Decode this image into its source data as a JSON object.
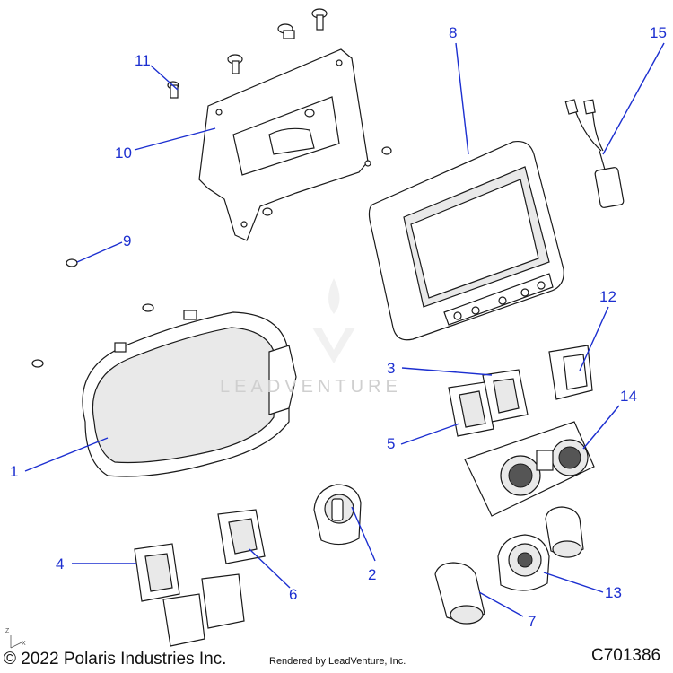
{
  "callouts": [
    {
      "id": "1",
      "label": "1"
    },
    {
      "id": "2",
      "label": "2"
    },
    {
      "id": "3",
      "label": "3"
    },
    {
      "id": "4",
      "label": "4"
    },
    {
      "id": "5",
      "label": "5"
    },
    {
      "id": "6",
      "label": "6"
    },
    {
      "id": "7",
      "label": "7"
    },
    {
      "id": "8",
      "label": "8"
    },
    {
      "id": "9",
      "label": "9"
    },
    {
      "id": "10",
      "label": "10"
    },
    {
      "id": "11",
      "label": "11"
    },
    {
      "id": "12",
      "label": "12"
    },
    {
      "id": "13",
      "label": "13"
    },
    {
      "id": "14",
      "label": "14"
    },
    {
      "id": "15",
      "label": "15"
    }
  ],
  "footer": {
    "copyright": "© 2022 Polaris Industries Inc.",
    "rendered_by": "Rendered by LeadVenture, Inc.",
    "drawing_number": "C701386"
  },
  "watermark": "LEADVENTURE",
  "axis_labels": {
    "z": "Z",
    "x": "X"
  },
  "colors": {
    "callout": "#1c2fd0",
    "line": "#1a1a1a",
    "watermark": "#cfcfcf"
  }
}
